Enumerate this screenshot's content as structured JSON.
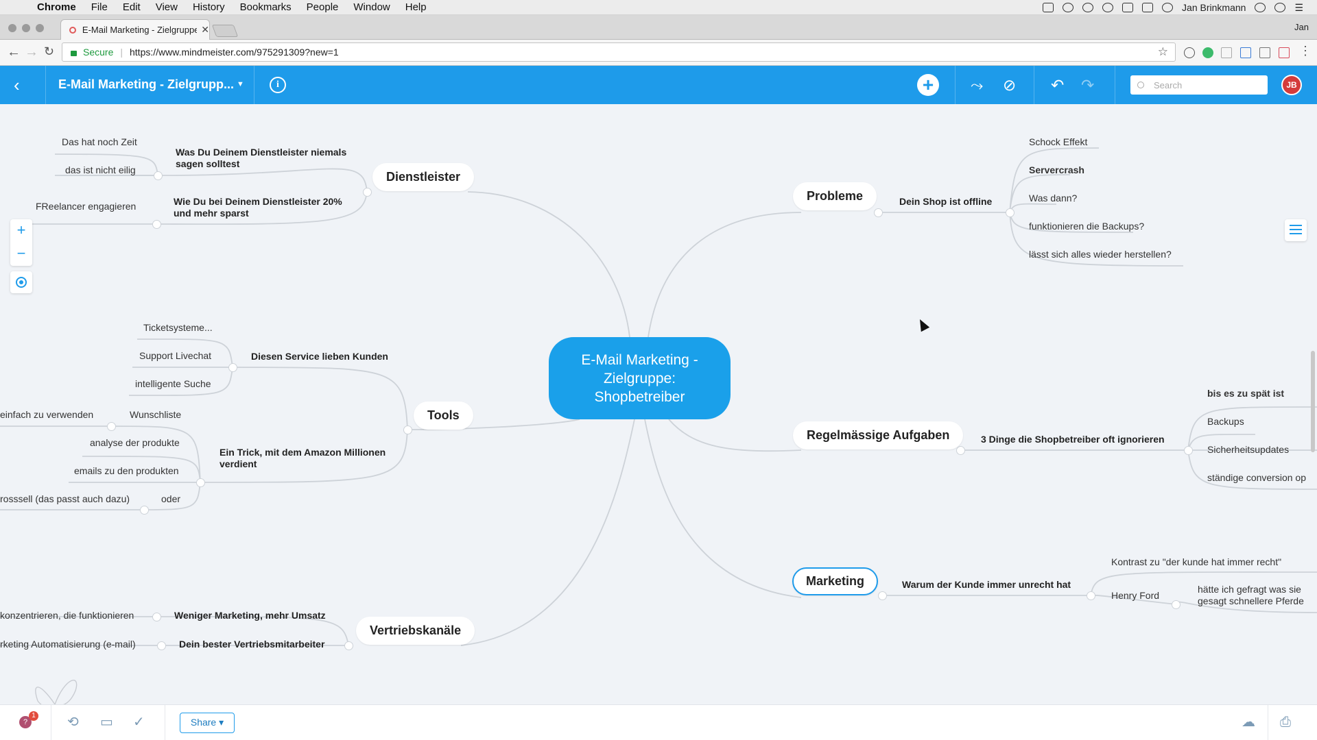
{
  "menubar": {
    "items": [
      "Chrome",
      "File",
      "Edit",
      "View",
      "History",
      "Bookmarks",
      "People",
      "Window",
      "Help"
    ],
    "user": "Jan Brinkmann"
  },
  "browser": {
    "tab_title": "E-Mail Marketing - Zielgruppe",
    "profile": "Jan",
    "secure_label": "Secure",
    "url": "https://www.mindmeister.com/975291309?new=1"
  },
  "app": {
    "map_title": "E-Mail Marketing - Zielgrupp...",
    "search_placeholder": "Search",
    "avatar_initials": "JB"
  },
  "mindmap": {
    "root": "E-Mail Marketing - Zielgruppe: Shopbetreiber",
    "dienstleister": {
      "label": "Dienstleister",
      "sub1": "Was Du Deinem Dienstleister niemals sagen solltest",
      "sub1_leaves": [
        "Das hat noch Zeit",
        "das ist nicht eilig"
      ],
      "sub2": "Wie Du bei Deinem Dienstleister 20% und mehr sparst",
      "sub2_leaves": [
        "FReelancer engagieren"
      ]
    },
    "tools": {
      "label": "Tools",
      "sub1": "Diesen Service lieben Kunden",
      "sub1_leaves": [
        "Ticketsysteme...",
        "Support Livechat",
        "intelligente Suche"
      ],
      "sub2": "Ein Trick, mit dem Amazon Millionen verdient",
      "sub2_leaves": [
        "Wunschliste",
        "analyse der produkte",
        "emails zu den produkten",
        "oder"
      ],
      "wunsch_child": "einfach zu verwenden",
      "oder_child": "rosssell (das passt auch dazu)"
    },
    "vertrieb": {
      "label": "Vertriebskanäle",
      "sub1": "Weniger Marketing, mehr Umsatz",
      "sub1_child": "konzentrieren, die funktionieren",
      "sub2": "Dein bester Vertriebsmitarbeiter",
      "sub2_child": "rketing Automatisierung (e-mail)"
    },
    "probleme": {
      "label": "Probleme",
      "sub": "Dein Shop ist offline",
      "leaves": [
        "Schock Effekt",
        "Servercrash",
        "Was dann?",
        "funktionieren die Backups?",
        "lässt sich alles wieder herstellen?"
      ]
    },
    "regel": {
      "label": "Regelmässige Aufgaben",
      "sub": "3 Dinge die Shopbetreiber oft ignorieren",
      "leaves": [
        "bis es zu spät ist",
        "Backups",
        "Sicherheitsupdates",
        "ständige conversion op"
      ]
    },
    "marketing": {
      "label": "Marketing",
      "sub": "Warum der Kunde immer unrecht hat",
      "leaves": [
        "Kontrast zu \"der kunde hat immer recht\"",
        "Henry Ford"
      ],
      "henry_child": "hätte ich gefragt was sie gesagt schnellere Pferde"
    }
  },
  "bottom": {
    "share_label": "Share ▾",
    "help_badge": "1"
  },
  "colors": {
    "accent": "#1e9bea",
    "root": "#1aa0ea",
    "line": "#cdd2d8"
  }
}
